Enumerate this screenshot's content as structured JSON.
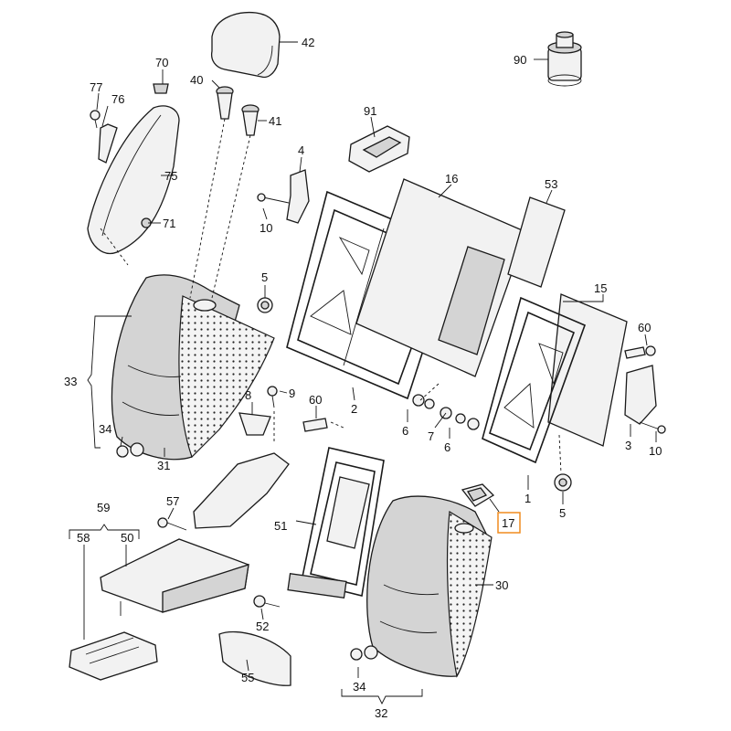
{
  "diagram": {
    "callouts": [
      "42",
      "90",
      "70",
      "77",
      "76",
      "40",
      "41",
      "91",
      "75",
      "71",
      "4",
      "16",
      "53",
      "10",
      "5",
      "33",
      "2",
      "15",
      "60",
      "8",
      "9",
      "60",
      "6",
      "7",
      "6",
      "3",
      "10",
      "34",
      "31",
      "57",
      "51",
      "1",
      "17",
      "5",
      "59",
      "58",
      "50",
      "30",
      "52",
      "55",
      "34",
      "32"
    ],
    "highlighted_callout": "17",
    "highlight_color": "#f08c1e"
  }
}
